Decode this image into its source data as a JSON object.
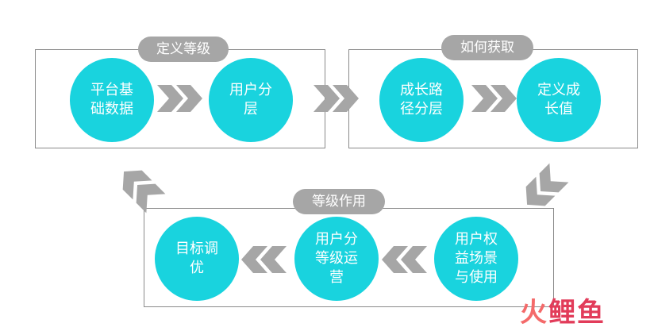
{
  "groups": {
    "g1": {
      "title": "定义等级"
    },
    "g2": {
      "title": "如何获取"
    },
    "g3": {
      "title": "等级作用"
    }
  },
  "nodes": {
    "n1": "平台基\n础数据",
    "n2": "用户分\n层",
    "n3": "成长路\n径分层",
    "n4": "定义成\n长值",
    "n5": "用户权\n益场景\n与使用",
    "n6": "用户分\n等级运\n营",
    "n7": "目标调\n优"
  },
  "colors": {
    "node": "#19d3de",
    "arrow": "#a6a6a6",
    "border": "#8a8a8a",
    "pill": "#a6a6a6"
  },
  "watermark": {
    "chars": [
      "火",
      "鲤",
      "鱼"
    ]
  }
}
